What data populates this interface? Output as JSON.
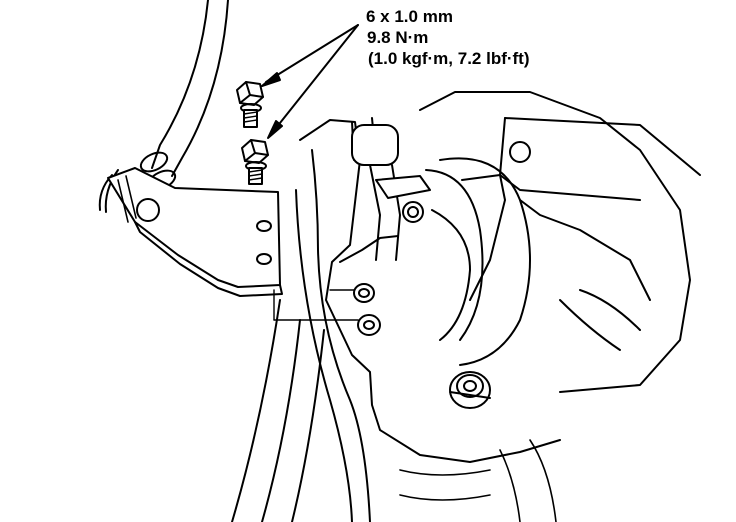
{
  "spec": {
    "bolt_size": "6 x 1.0 mm",
    "torque_nm": "9.8 N·m",
    "torque_alt": "(1.0 kgf·m, 7.2 lbf·ft)"
  },
  "colors": {
    "line": "#000000",
    "background": "#ffffff"
  }
}
